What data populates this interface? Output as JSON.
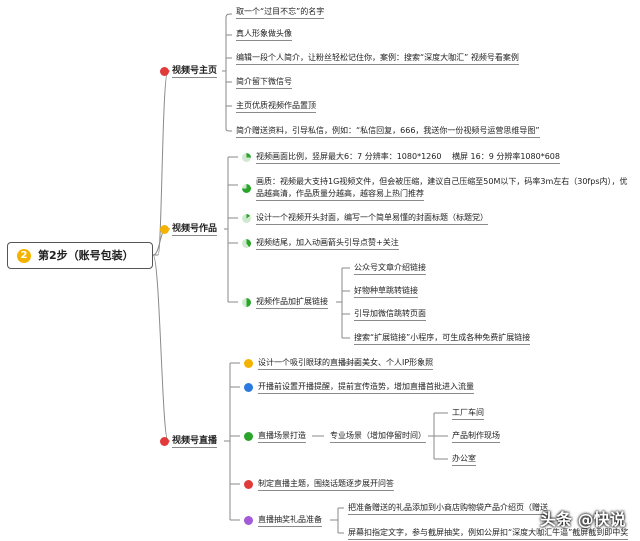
{
  "root": {
    "num": "2",
    "label": "第2步（账号包装）"
  },
  "branches": [
    {
      "title": "视频号主页",
      "icon_color": "#e03a3a",
      "items": [
        "取一个“过目不忘”的名字",
        "真人形象做头像",
        "编辑一段个人简介，让粉丝轻松记住你，案例：搜索“深度大咖汇” 视频号看案例",
        "简介留下微信号",
        "主页优质视频作品置顶",
        "简介赠送资料，引导私信，例如：“私信回复，666，我送你一份视频号运营思维导图”"
      ]
    },
    {
      "title": "视频号作品",
      "icon_color": "#f5b301",
      "items": [
        "视频画面比例，竖屏最大6：7 分辨率：1080*1260　 横屏 16：9 分辨率1080*608",
        "画质：视频最大支持1G视频文件，但会被压缩，建议自己压缩至50M以下，码率3m左右（30fps内），优",
        "品越高清，作品质量分越高，越容易上热门推荐",
        "设计一个视频开头封面，编写一个简单易懂的封面标题（标题党）",
        "视频结尾，加入动画箭头引导点赞+关注",
        "视频作品加扩展链接"
      ],
      "links": [
        "公众号文章介绍链接",
        "好物种草跳转链接",
        "引导加微信跳转页面",
        "搜索“扩展链接”小程序，可生成各种免费扩展链接"
      ]
    },
    {
      "title": "视频号直播",
      "icon_color": "#e03a3a",
      "items": [
        "设计一个吸引眼球的直播封面",
        "美女、个人IP形象照",
        "开播前设置开播提醒，提前宣传造势，增加直播首批进入流量",
        "直播场景打造",
        "专业场景（增加停留时间）",
        "制定直播主题，围绕话题逐步展开问答",
        "直播抽奖礼品准备"
      ],
      "scenes": [
        "工厂车间",
        "产品制作现场",
        "办公室"
      ],
      "gifts": [
        "把准备赠送的礼品添加到小商店购物袋产品介绍页（赠送",
        "屏幕扣指定文字，参与截屏抽奖，例如公屏扣“深度大咖汇牛逼”截屏截到即中奖"
      ]
    }
  ],
  "watermark": "头条 @快说",
  "colors": {
    "line": "#8a8a8a",
    "pie": "#2aa52a",
    "blue": "#2a7ae0",
    "green": "#2aa52a",
    "orange": "#f5b301",
    "purple": "#a25ad6"
  }
}
